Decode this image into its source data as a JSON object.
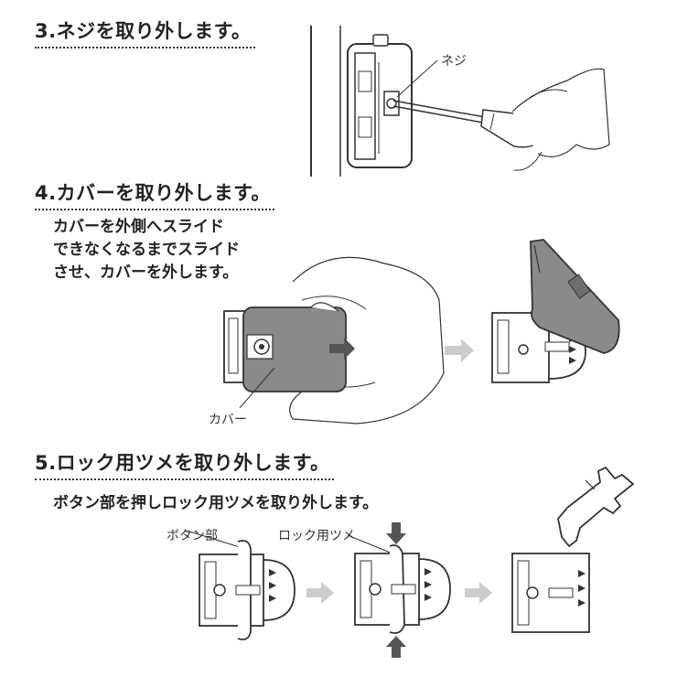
{
  "steps": [
    {
      "heading": "3.ネジを取り外します。",
      "labels": {
        "screw": "ネジ"
      }
    },
    {
      "heading": "4.カバーを取り外します。",
      "description": [
        "カバーを外側へスライド",
        "できなくなるまでスライド",
        "させ、カバーを外します。"
      ],
      "labels": {
        "cover": "カバー"
      }
    },
    {
      "heading": "5.ロック用ツメを取り外します。",
      "description": [
        "ボタン部を押しロック用ツメを取り外します。"
      ],
      "labels": {
        "button": "ボタン部",
        "lock_claw": "ロック用ツメ"
      }
    }
  ],
  "colors": {
    "line": "#333333",
    "cover_gray": "#8a8a8a",
    "arrow_dark": "#555555",
    "arrow_light": "#cccccc"
  }
}
